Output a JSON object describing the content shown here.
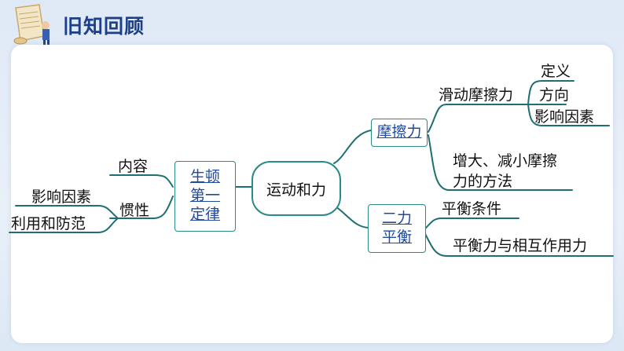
{
  "header": {
    "title": "旧知回顾"
  },
  "diagram": {
    "center": "运动和力",
    "newton": {
      "lines": [
        "生顿",
        "第一",
        "定律"
      ]
    },
    "newton_children": {
      "content": "内容",
      "inertia": "惯性"
    },
    "inertia_children": [
      "影响因素",
      "利用和防范"
    ],
    "friction": {
      "label": "摩擦力",
      "sliding": "滑动摩擦力",
      "sliding_children": [
        "定义",
        "方向",
        "影响因素"
      ],
      "change": [
        "增大、减小摩擦",
        "力的方法"
      ]
    },
    "balance": {
      "lines": [
        "二力",
        "平衡"
      ],
      "children": [
        "平衡条件",
        "平衡力与相互作用力"
      ]
    }
  },
  "colors": {
    "line": "#1f6f72",
    "box_border": "#2a8a86",
    "title": "#1c3f8a",
    "link": "#1f4aa0"
  }
}
